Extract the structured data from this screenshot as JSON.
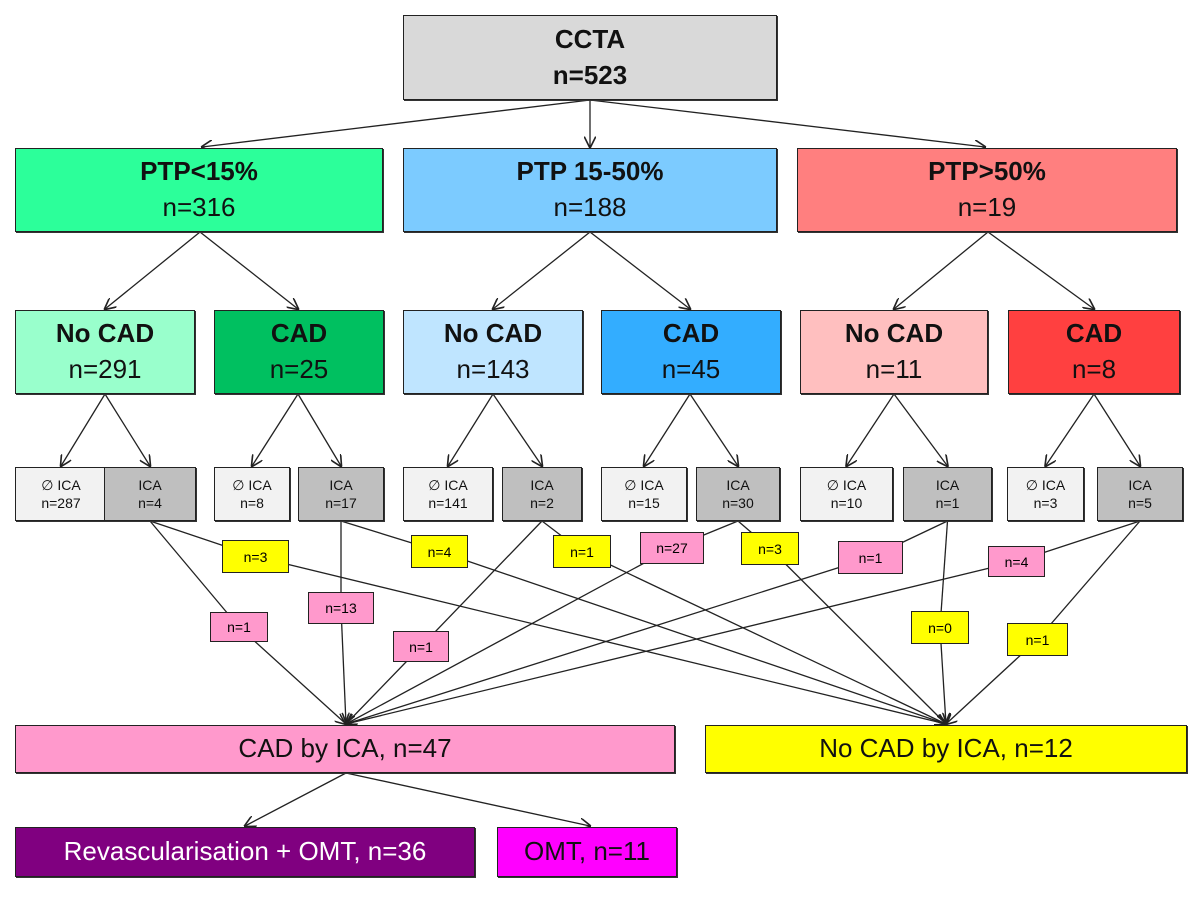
{
  "root": {
    "title": "CCTA",
    "count": "n=523",
    "color": "#d9d9d9"
  },
  "ptp": [
    {
      "title": "PTP<15%",
      "count": "n=316",
      "color": "#2cff9a"
    },
    {
      "title": "PTP 15-50%",
      "count": "n=188",
      "color": "#7ccbff"
    },
    {
      "title": "PTP>50%",
      "count": "n=19",
      "color": "#ff7f7f"
    }
  ],
  "cad_level": [
    {
      "title": "No CAD",
      "count": "n=291",
      "color": "#99ffcc"
    },
    {
      "title": "CAD",
      "count": "n=25",
      "color": "#00c060"
    },
    {
      "title": "No CAD",
      "count": "n=143",
      "color": "#bfe5ff"
    },
    {
      "title": "CAD",
      "count": "n=45",
      "color": "#33adff"
    },
    {
      "title": "No CAD",
      "count": "n=11",
      "color": "#ffbfbf"
    },
    {
      "title": "CAD",
      "count": "n=8",
      "color": "#ff4040"
    }
  ],
  "ica_level": [
    {
      "title": "∅ ICA",
      "count": "n=287",
      "color": "#f2f2f2"
    },
    {
      "title": "ICA",
      "count": "n=4",
      "color": "#bfbfbf"
    },
    {
      "title": "∅ ICA",
      "count": "n=8",
      "color": "#f2f2f2"
    },
    {
      "title": "ICA",
      "count": "n=17",
      "color": "#bfbfbf"
    },
    {
      "title": "∅ ICA",
      "count": "n=141",
      "color": "#f2f2f2"
    },
    {
      "title": "ICA",
      "count": "n=2",
      "color": "#bfbfbf"
    },
    {
      "title": "∅ ICA",
      "count": "n=15",
      "color": "#f2f2f2"
    },
    {
      "title": "ICA",
      "count": "n=30",
      "color": "#bfbfbf"
    },
    {
      "title": "∅ ICA",
      "count": "n=10",
      "color": "#f2f2f2"
    },
    {
      "title": "ICA",
      "count": "n=1",
      "color": "#bfbfbf"
    },
    {
      "title": "∅ ICA",
      "count": "n=3",
      "color": "#f2f2f2"
    },
    {
      "title": "ICA",
      "count": "n=5",
      "color": "#bfbfbf"
    }
  ],
  "edge_labels": [
    {
      "text": "n=1",
      "kind": "pink",
      "from": "ICA n=4",
      "to": "CAD by ICA"
    },
    {
      "text": "n=3",
      "kind": "yellow",
      "from": "ICA n=4",
      "to": "No CAD by ICA"
    },
    {
      "text": "n=13",
      "kind": "pink",
      "from": "ICA n=17",
      "to": "CAD by ICA"
    },
    {
      "text": "n=4",
      "kind": "yellow",
      "from": "ICA n=17",
      "to": "No CAD by ICA"
    },
    {
      "text": "n=1",
      "kind": "pink",
      "from": "ICA n=2",
      "to": "CAD by ICA"
    },
    {
      "text": "n=1",
      "kind": "yellow",
      "from": "ICA n=2",
      "to": "No CAD by ICA"
    },
    {
      "text": "n=27",
      "kind": "pink",
      "from": "ICA n=30",
      "to": "CAD by ICA"
    },
    {
      "text": "n=3",
      "kind": "yellow",
      "from": "ICA n=30",
      "to": "No CAD by ICA"
    },
    {
      "text": "n=1",
      "kind": "pink",
      "from": "ICA n=1",
      "to": "CAD by ICA"
    },
    {
      "text": "n=0",
      "kind": "yellow",
      "from": "ICA n=1",
      "to": "No CAD by ICA"
    },
    {
      "text": "n=4",
      "kind": "pink",
      "from": "ICA n=5",
      "to": "CAD by ICA"
    },
    {
      "text": "n=1",
      "kind": "yellow",
      "from": "ICA n=5",
      "to": "No CAD by ICA"
    }
  ],
  "outcomes": {
    "cad": {
      "label": "CAD by ICA, n=47",
      "color": "#ff99cc"
    },
    "nocad": {
      "label": "No CAD by ICA, n=12",
      "color": "#ffff00"
    }
  },
  "treatment": {
    "revasc": {
      "label": "Revascularisation + OMT, n=36",
      "color": "#800080",
      "text_color": "#ffffff"
    },
    "omt": {
      "label": "OMT, n=11",
      "color": "#ff00ff",
      "text_color": "#111111"
    }
  },
  "colors": {
    "pink_label": "#ff99cc",
    "yellow_label": "#ffff00",
    "line": "#222222"
  }
}
